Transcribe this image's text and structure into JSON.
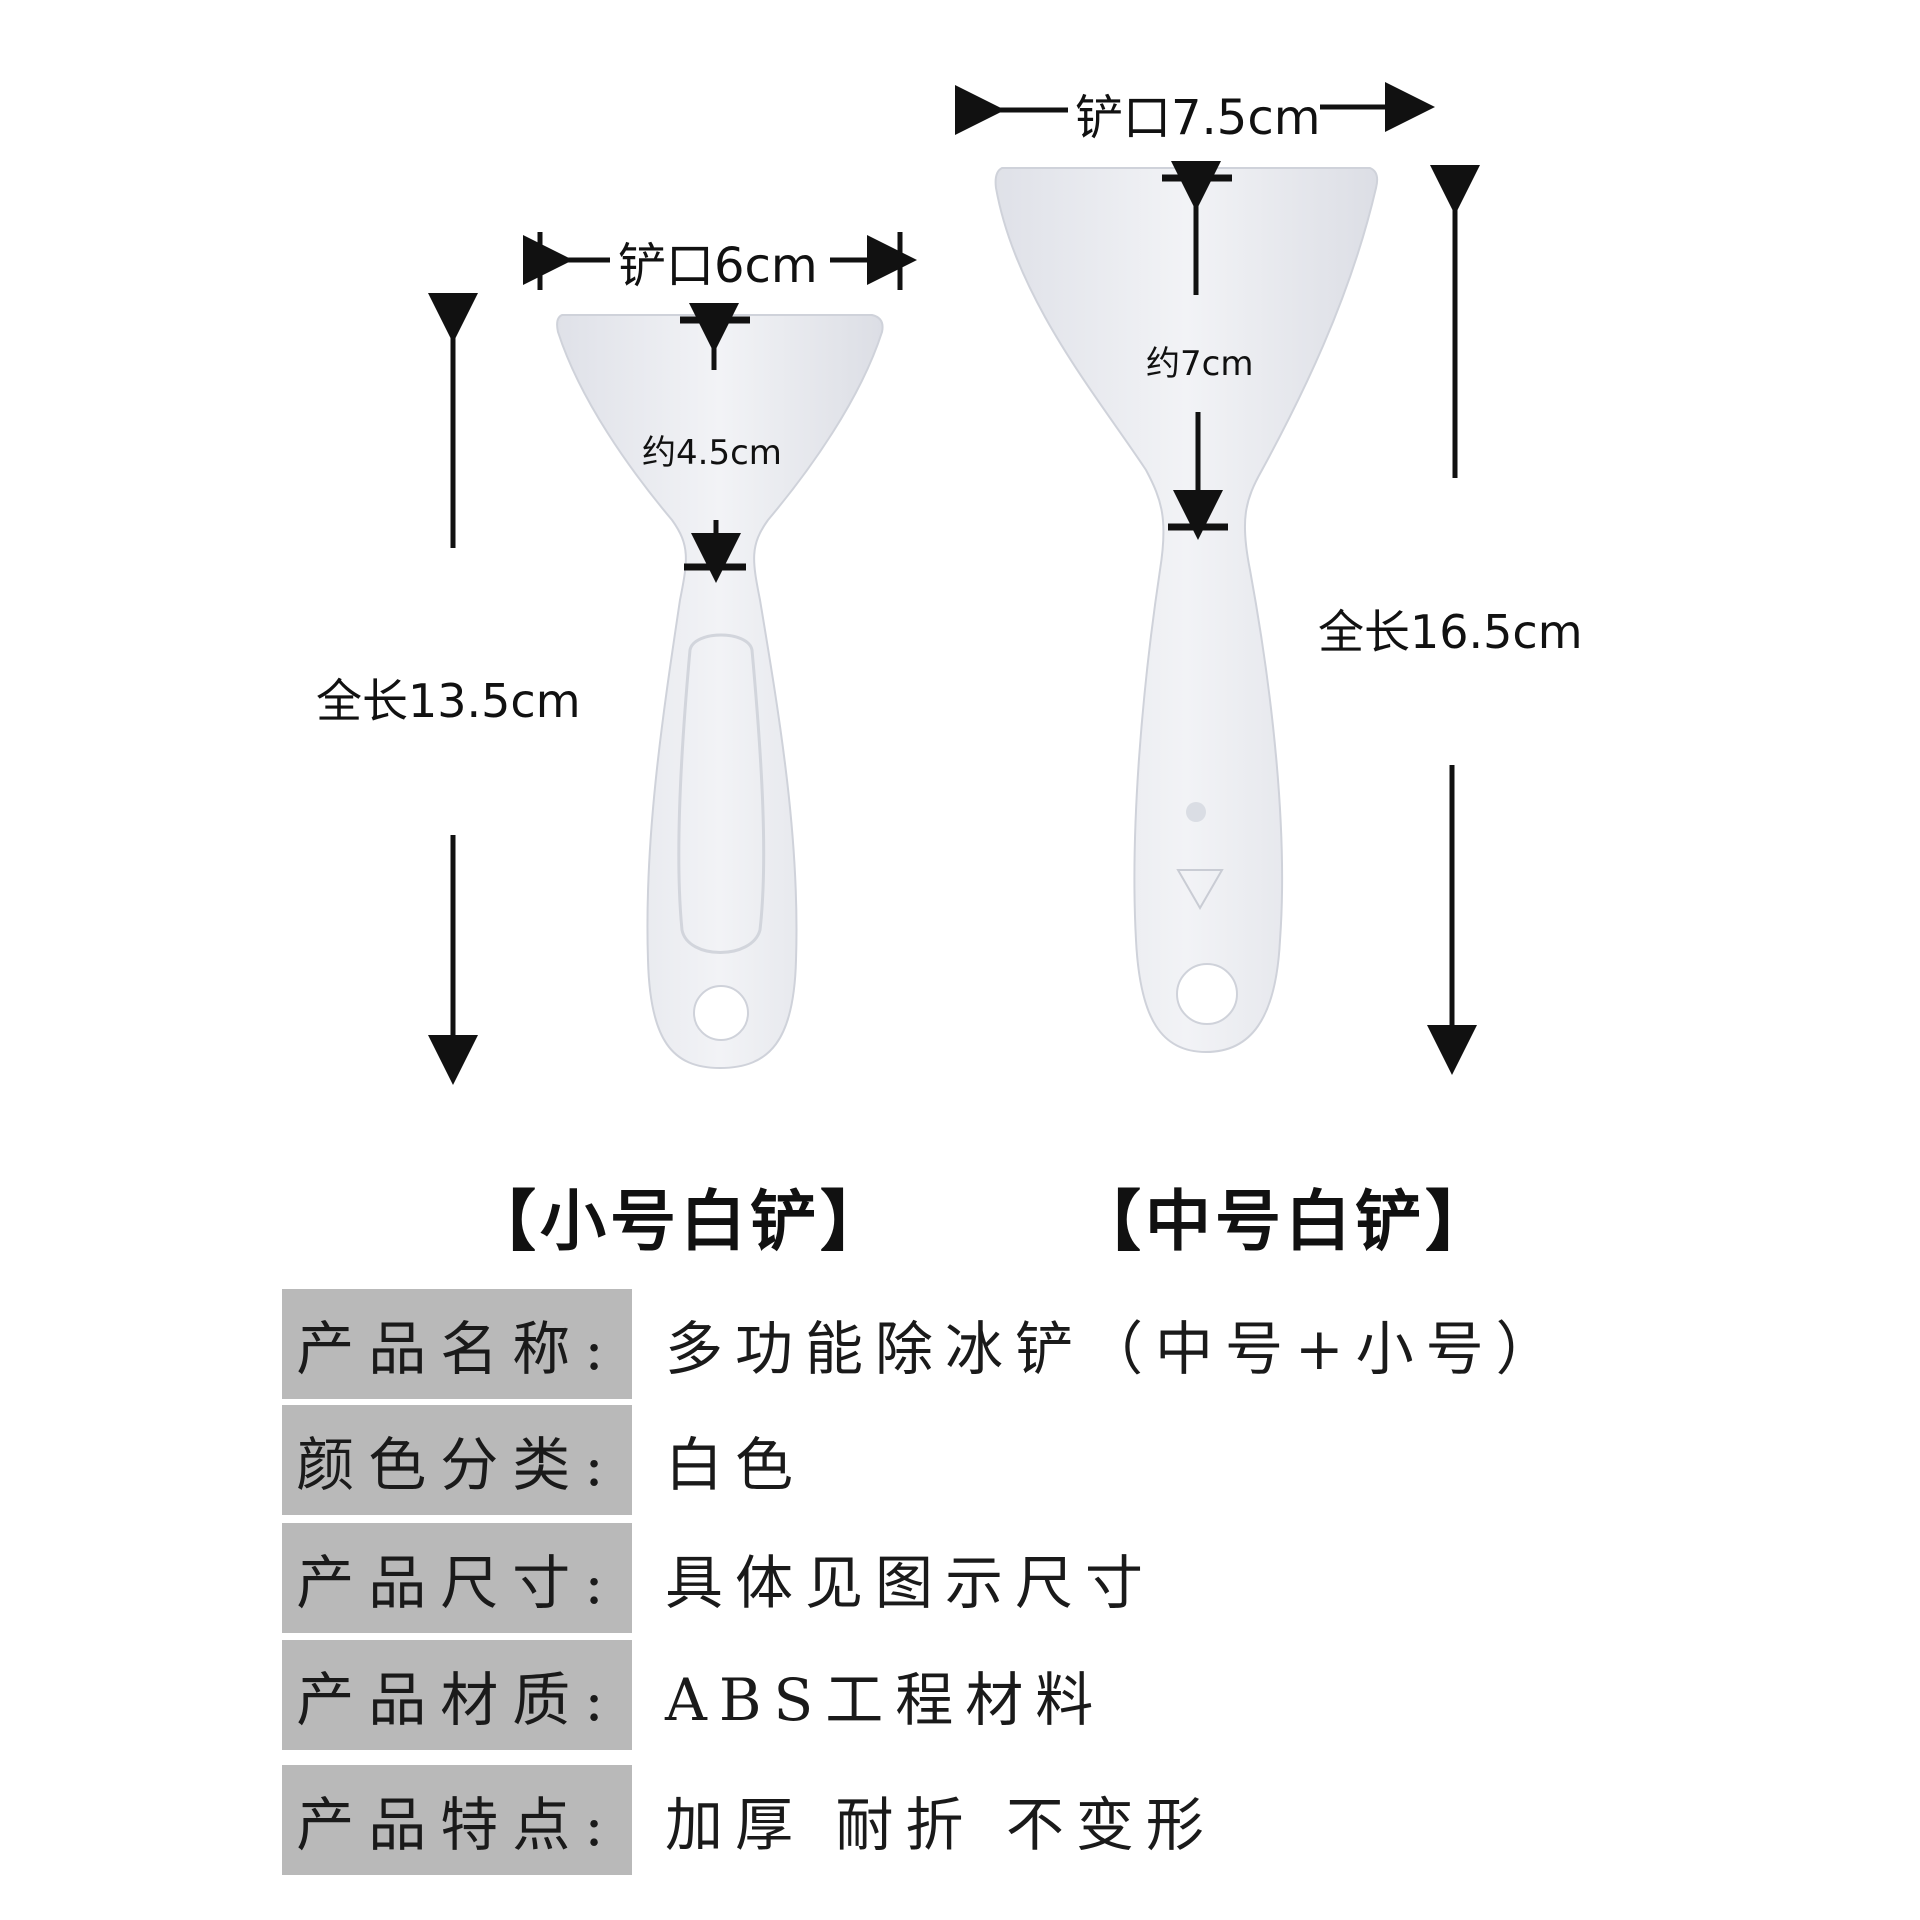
{
  "dimensions": {
    "small": {
      "blade_width": "铲口6cm",
      "blade_height": "约4.5cm",
      "total_length": "全长13.5cm"
    },
    "medium": {
      "blade_width": "铲口7.5cm",
      "blade_height": "约7cm",
      "total_length": "全长16.5cm"
    }
  },
  "labels": {
    "small": "【小号白铲】",
    "medium": "【中号白铲】"
  },
  "specs": [
    {
      "key": "产品名称:",
      "value": "多功能除冰铲（中号+小号）"
    },
    {
      "key": "颜色分类:",
      "value": "白色"
    },
    {
      "key": "产品尺寸:",
      "value": "具体见图示尺寸"
    },
    {
      "key": "产品材质:",
      "value": "ABS工程材料"
    },
    {
      "key": "产品特点:",
      "value": "加厚  耐折  不变形"
    }
  ],
  "colors": {
    "spec_key_bg": "#b9b9b9",
    "scraper": "#e9ebf0",
    "ink": "#111111"
  }
}
